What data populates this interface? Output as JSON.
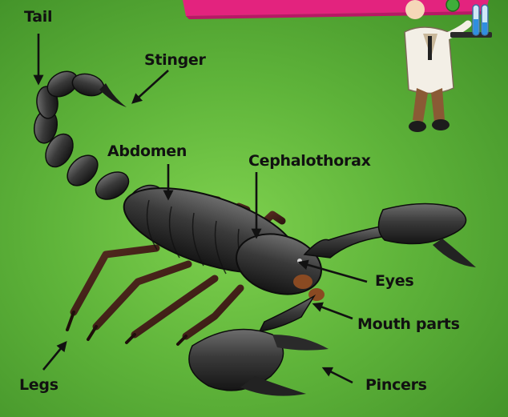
{
  "labels": {
    "tail": "Tail",
    "stinger": "Stinger",
    "abdomen": "Abdomen",
    "cephalothorax": "Cephalothorax",
    "eyes": "Eyes",
    "mouth_parts": "Mouth parts",
    "legs": "Legs",
    "pincers": "Pincers"
  },
  "icons": {
    "scorpion": "scorpion-illustration",
    "scientist": "scientist-cartoon",
    "banner": "pink-banner"
  },
  "colors": {
    "background": "#5fb43a",
    "banner": "#e3237e",
    "arrow": "#111111",
    "label_text": "#111111"
  }
}
